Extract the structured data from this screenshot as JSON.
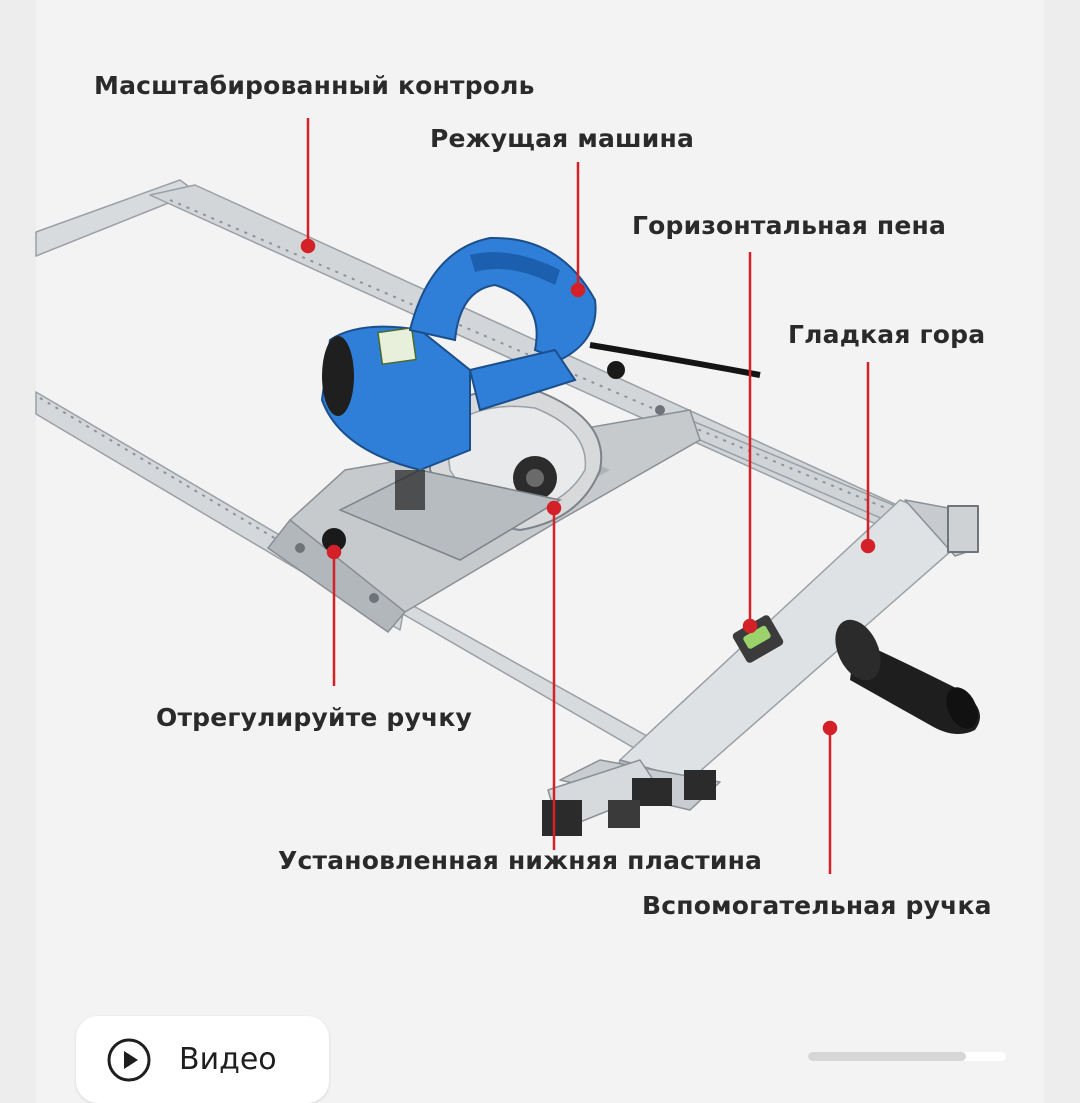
{
  "labels": {
    "scaled_control": "Масштабированный контроль",
    "cutting_machine": "Режущая машина",
    "horizontal_foam": "Горизонтальная пена",
    "smooth_mount": "Гладкая гора",
    "adjust_handle": "Отрегулируйте ручку",
    "base_plate": "Установленная нижняя пластина",
    "aux_handle": "Вспомогательная ручка"
  },
  "video_button": {
    "label": "Видео",
    "icon": "play-circle-icon"
  },
  "gallery": {
    "progress": 0.8
  },
  "colors": {
    "leader": "#d42128",
    "saw_blue": "#2f7fd8",
    "rail": "#cfd3d6"
  }
}
